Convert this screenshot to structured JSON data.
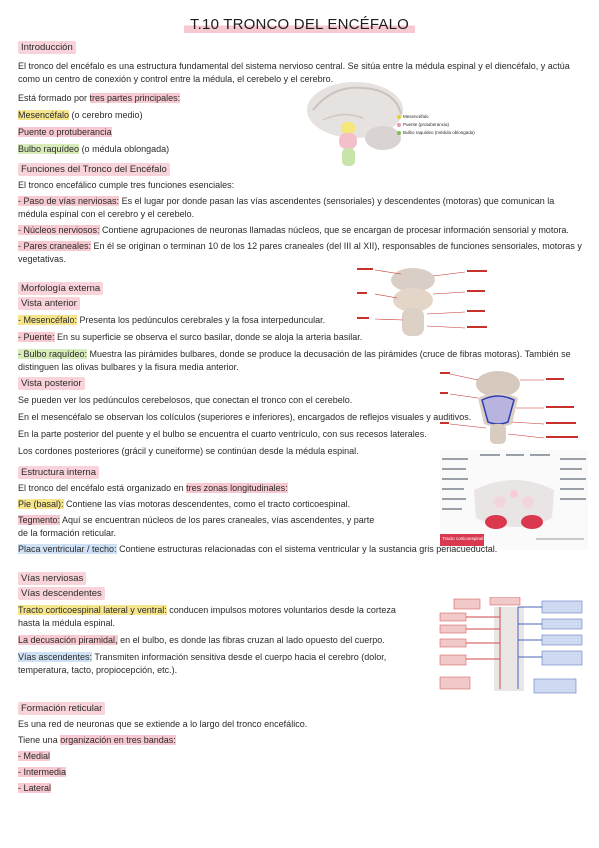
{
  "title": "T.10 TRONCO DEL ENCÉFALO",
  "colors": {
    "heading_bg": "#f8d3d9",
    "mesencefalo": "#f6e58d",
    "puente": "#f7c9d0",
    "bulbo": "#d7ecb8"
  },
  "intro": {
    "heading": "Introducción",
    "p1": "El tronco del encéfalo es una estructura fundamental del sistema nervioso central. Se sitúa entre la médula espinal y el diencéfalo, y actúa como un centro de conexión y control entre la médula, el cerebelo y el cerebro.",
    "p2a": "Está formado por ",
    "p2b": "tres partes principales:",
    "parts": [
      {
        "hl": "Mesencéfalo",
        "rest": " (o cerebro medio)"
      },
      {
        "hl": "Puente o protuberancia",
        "rest": ""
      },
      {
        "hl": "Bulbo raquídeo",
        "rest": " (o médula oblongada)"
      }
    ],
    "legend": [
      "Mesencéfalo",
      "Puente (protuberancia)",
      "Bulbo raquídeo (médula oblongada)"
    ]
  },
  "funciones": {
    "heading": "Funciones del Tronco del Encéfalo",
    "lead": "El tronco encefálico cumple tres funciones esenciales:",
    "items": [
      {
        "label": "- Paso de vías nerviosas:",
        "text": " Es el lugar por donde pasan las vías ascendentes (sensoriales) y descendentes (motoras) que comunican la médula espinal con el cerebro y el cerebelo."
      },
      {
        "label": "- Núcleos nerviosos:",
        "text": " Contiene agrupaciones de neuronas llamadas núcleos, que se encargan de procesar información sensorial y motora."
      },
      {
        "label": "- Pares craneales:",
        "text": " En él se originan o terminan 10 de los 12 pares craneales (del III al XII), responsables de funciones sensoriales, motoras y vegetativas."
      }
    ]
  },
  "morfologia": {
    "heading": "Morfología externa",
    "anterior_heading": "Vista anterior",
    "anterior": [
      {
        "label": "- Mesencéfalo:",
        "text": " Presenta los pedúnculos cerebrales y la fosa interpeduncular."
      },
      {
        "label": "- Puente:",
        "text": " En su superficie se observa el surco basilar, donde se aloja la arteria basilar."
      },
      {
        "label": "- Bulbo raquídeo:",
        "text": " Muestra las pirámides bulbares, donde se produce la decusación de las pirámides (cruce de fibras motoras). También se distinguen las olivas bulbares y la fisura media anterior."
      }
    ],
    "posterior_heading": "Vista posterior",
    "posterior": [
      "Se pueden ver los pedúnculos cerebelosos, que conectan el tronco con el cerebelo.",
      "En el mesencéfalo se observan los colículos (superiores e inferiores), encargados de reflejos visuales y auditivos.",
      "En la parte posterior del puente y el bulbo se encuentra el cuarto ventrículo, con sus recesos laterales.",
      "Los cordones posteriores (grácil y cuneiforme) se continúan desde la médula espinal."
    ]
  },
  "estructura": {
    "heading": "Estructura interna",
    "lead_a": "El tronco del encéfalo está organizado en ",
    "lead_b": "tres zonas longitudinales:",
    "items": [
      {
        "label": "Pie (basal):",
        "text": " Contiene las vías motoras descendentes, como el tracto corticoespinal."
      },
      {
        "label": "Tegmento:",
        "text": " Aquí se encuentran núcleos de los pares craneales, vías ascendentes, y parte de la formación reticular."
      },
      {
        "label": "Placa ventricular / techo:",
        "text": " Contiene estructuras relacionadas con el sistema ventricular y la sustancia gris periacueductal."
      }
    ],
    "fig_caption": "Tracto corticoespinal"
  },
  "vias": {
    "heading": "Vías nerviosas",
    "sub": "Vías descendentes",
    "items": [
      {
        "label": "Tracto corticoespinal lateral y ventral:",
        "text": " conducen impulsos motores voluntarios desde la corteza hasta la médula espinal."
      },
      {
        "label": "La decusación piramidal,",
        "text": " en el bulbo, es donde las fibras cruzan al lado opuesto del cuerpo."
      },
      {
        "label": "Vías ascendentes:",
        "text": " Transmiten información sensitiva desde el cuerpo hacia el cerebro (dolor, temperatura, tacto, propiocepción, etc.)."
      }
    ]
  },
  "reticular": {
    "heading": "Formación reticular",
    "p1": "Es una red de neuronas que se extiende a lo largo del tronco encefálico.",
    "p2a": "Tiene una ",
    "p2b": "organización en tres bandas:",
    "bands": [
      "- Medial",
      "- Intermedia",
      "- Lateral"
    ]
  }
}
